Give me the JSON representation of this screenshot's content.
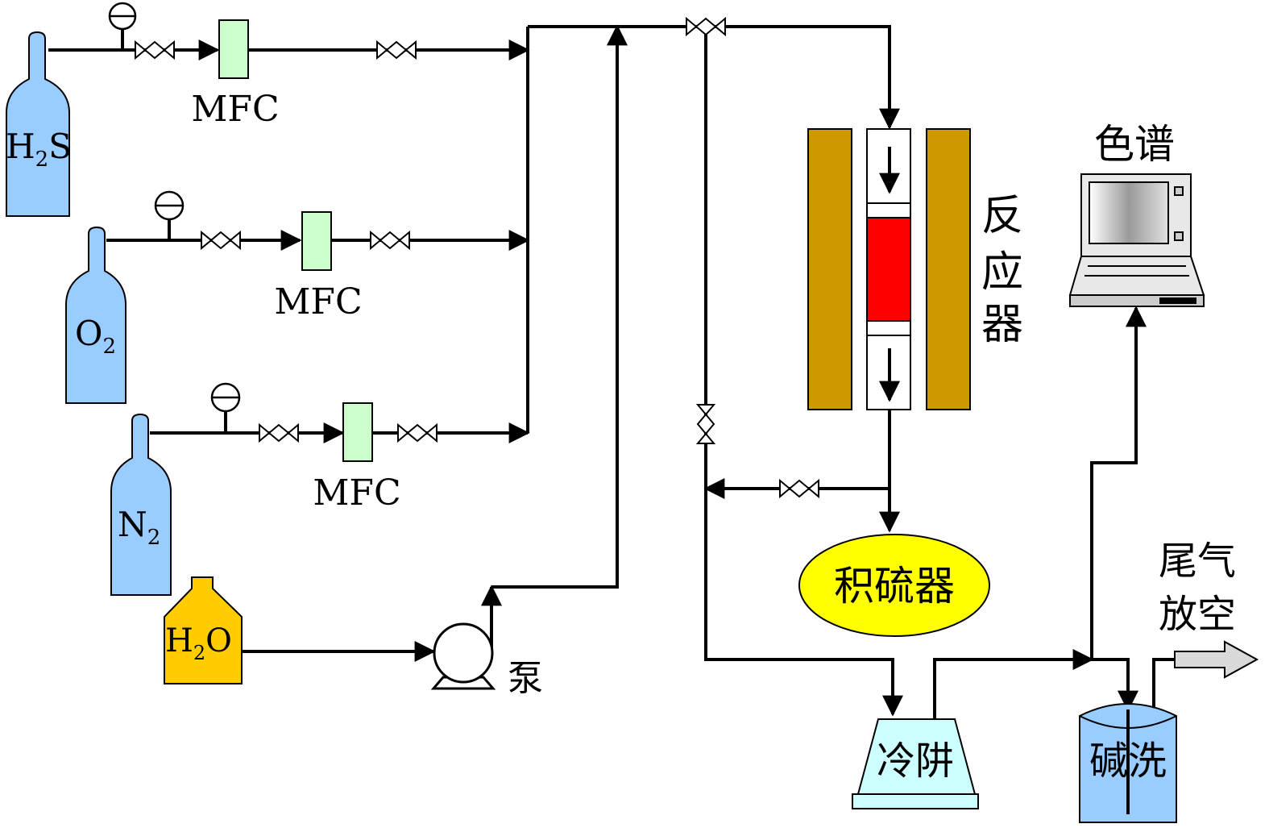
{
  "gas_sources": {
    "h2s": {
      "symbol": "H",
      "sub": "2",
      "tail": "S"
    },
    "o2": {
      "symbol": "O",
      "sub": "2"
    },
    "n2": {
      "symbol": "N",
      "sub": "2"
    }
  },
  "water": {
    "symbol": "H",
    "sub": "2",
    "tail": "O"
  },
  "mfc_label": "MFC",
  "pump_label": "泵",
  "reactor_label": [
    "反",
    "应",
    "器"
  ],
  "sulfur_trap_label": "积硫器",
  "cold_trap_label": "冷阱",
  "alkali_wash_label": "碱洗",
  "chromatograph_label": "色谱",
  "exhaust_label": [
    "尾气",
    "放空"
  ],
  "colors": {
    "cylinder": "#99ccff",
    "mfc": "#ccffcc",
    "water_bottle": "#ffcc00",
    "heater": "#cc9900",
    "catalyst": "#ff0000",
    "sulfur_trap": "#ffff00",
    "cold_trap": "#ccffff",
    "exhaust_arrow": "#d9d9d9"
  }
}
